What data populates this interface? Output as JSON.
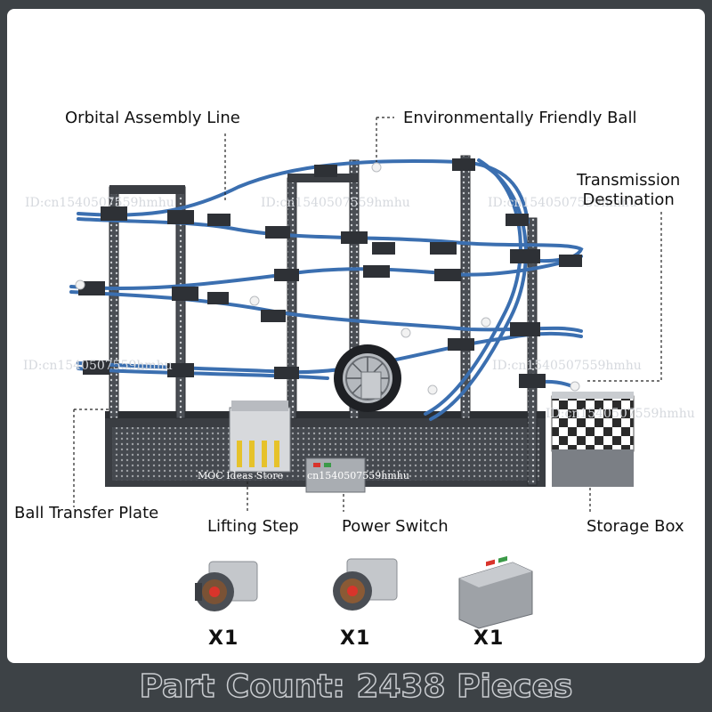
{
  "labels": {
    "orbital": "Orbital Assembly Line",
    "eco_ball": "Environmentally Friendly Ball",
    "transmission": "Transmission\nDestination",
    "ball_plate": "Ball Transfer Plate",
    "lifting": "Lifting Step",
    "power": "Power Switch",
    "storage": "Storage Box"
  },
  "store_label": "MOC Ideas Store",
  "store_id": "cn1540507559hmhu",
  "watermarks": [
    "ID:cn1540507559hmhu",
    "ID:cn1540507559hmhu",
    "ID:cn1540507559hmhu",
    "ID:cn1540507559hmhu",
    "ID:cn1540507559hmhu",
    "ID:cn1540507559hmhu"
  ],
  "components": [
    {
      "name": "motor-1",
      "quantity": "X1"
    },
    {
      "name": "motor-2",
      "quantity": "X1"
    },
    {
      "name": "battery-box",
      "quantity": "X1"
    }
  ],
  "footer": "Part Count: 2438 Pieces",
  "colors": {
    "track": "#3b6fb0",
    "frame": "#3a3d42",
    "background": "#3d4246"
  }
}
